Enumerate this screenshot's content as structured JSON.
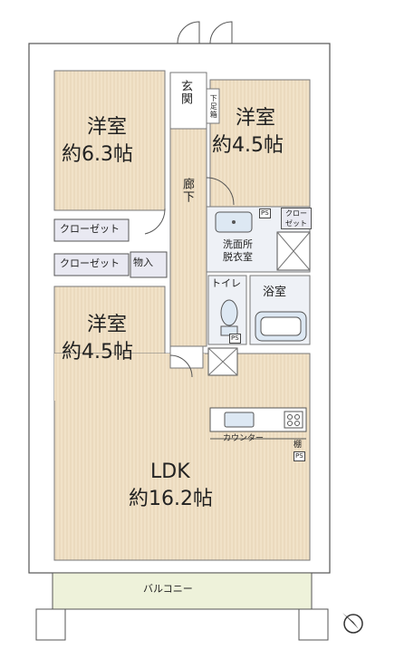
{
  "rooms": {
    "western_room_1": {
      "name": "洋室",
      "size": "約6.3帖"
    },
    "western_room_2": {
      "name": "洋室",
      "size": "約4.5帖"
    },
    "western_room_3": {
      "name": "洋室",
      "size": "約4.5帖"
    },
    "ldk": {
      "name": "LDK",
      "size": "約16.2帖"
    },
    "entrance": "玄関",
    "shoe_box": "下足箱",
    "hallway": "廊下",
    "washroom": "洗面所",
    "dressing_room": "脱衣室",
    "toilet": "トイレ",
    "bathroom": "浴室",
    "storage": "物入",
    "balcony": "バルコニー"
  },
  "closets": {
    "closet_upper": "クローゼット",
    "closet_lower": "クローゼット",
    "closet_small_line1": "クロー",
    "closet_small_line2": "ゼット"
  },
  "fixtures": {
    "counter": "カウンター",
    "shelf": "棚",
    "ps_labels": [
      "PS",
      "PS",
      "PS"
    ]
  },
  "colors": {
    "floor": "#f1e2c8",
    "wet_area": "#eef1f6",
    "wall": "#ffffff",
    "wall_outline": "#555555",
    "balcony": "#eef2da",
    "fixture_blue": "#dde8f3",
    "closet_fill": "#e9e9f2"
  },
  "icons": [
    "compass-north-icon",
    "door-swing-icon",
    "sink-icon",
    "toilet-icon",
    "bathtub-icon",
    "stove-icon"
  ]
}
